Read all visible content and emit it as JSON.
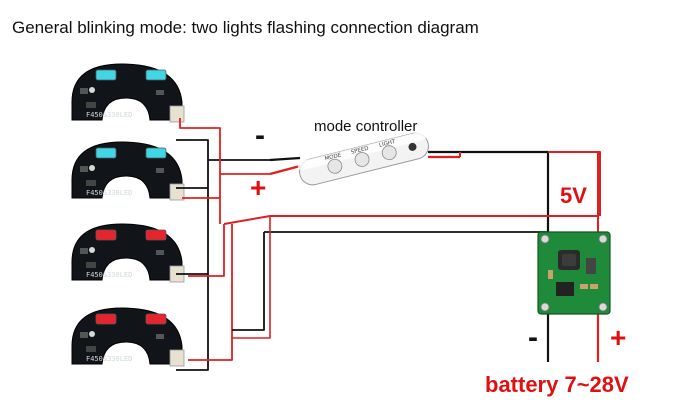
{
  "title": "General blinking mode: two lights flashing connection diagram",
  "controller": {
    "label": "mode controller",
    "buttons": [
      "MODE",
      "SPEED",
      "LIGHT"
    ]
  },
  "wire_signs": {
    "controller_minus": "-",
    "controller_plus": "+",
    "battery_minus": "-",
    "battery_plus": "+"
  },
  "converter_output": "5V",
  "battery_label": "battery 7~28V",
  "light_boards": [
    {
      "model": "F450&330LED",
      "led_color": "cyan"
    },
    {
      "model": "F450&330LED",
      "led_color": "cyan"
    },
    {
      "model": "F450&330LED",
      "led_color": "red"
    },
    {
      "model": "F450&330LED",
      "led_color": "red"
    }
  ],
  "colors": {
    "positive_wire": "#e02020",
    "negative_wire": "#111111",
    "label_red": "#e01010",
    "pcb": "#111418",
    "converter_pcb": "#1f8a3a",
    "led_cyan": "#3fd6e6",
    "led_red": "#e8232b"
  }
}
